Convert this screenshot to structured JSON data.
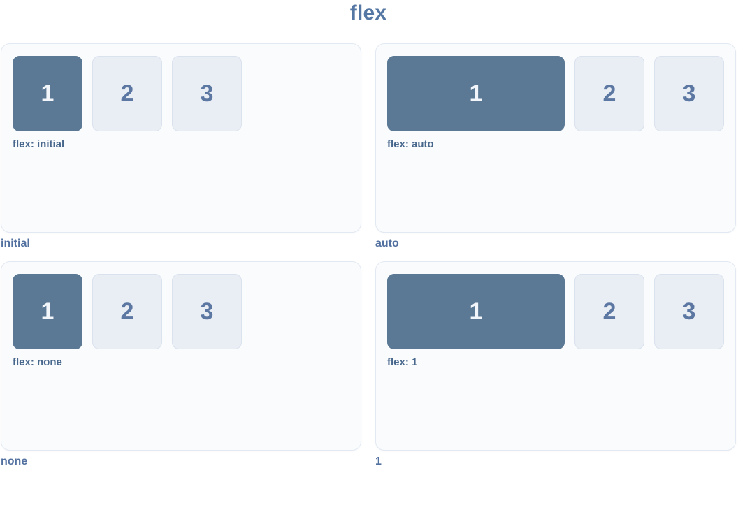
{
  "title": "flex",
  "panels": [
    {
      "caption": "initial",
      "label": "flex: initial",
      "flex_value": "initial",
      "boxes": [
        "1",
        "2",
        "3"
      ],
      "highlighted_box": "1"
    },
    {
      "caption": "auto",
      "label": "flex: auto",
      "flex_value": "auto",
      "boxes": [
        "1",
        "2",
        "3"
      ],
      "highlighted_box": "1"
    },
    {
      "caption": "none",
      "label": "flex: none",
      "flex_value": "none",
      "boxes": [
        "1",
        "2",
        "3"
      ],
      "highlighted_box": "1"
    },
    {
      "caption": "1",
      "label": "flex: 1",
      "flex_value": "1",
      "boxes": [
        "1",
        "2",
        "3"
      ],
      "highlighted_box": "1"
    }
  ],
  "colors": {
    "title_text": "#5577a3",
    "caption_text": "#5371a0",
    "label_text": "#48678c",
    "highlight_box_bg": "#5b7894",
    "highlight_box_text": "#f2f6fa",
    "box_bg": "#e9edf4",
    "box_border": "#dae2ee",
    "box_text": "#5b77a2",
    "panel_bg": "#f9fbfd",
    "panel_border": "#e3e9f2",
    "page_bg": "#ffffff"
  }
}
